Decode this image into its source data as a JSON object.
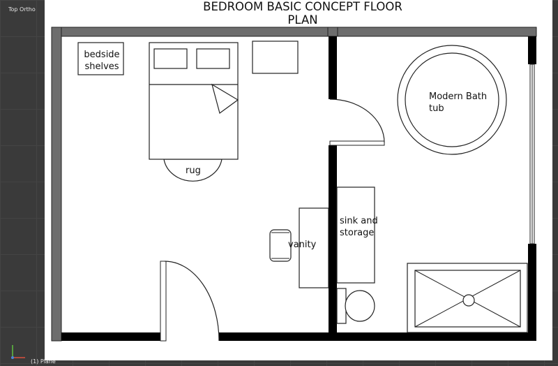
{
  "viewport": {
    "view_name": "Top Ortho",
    "object_name": "(1) Plane",
    "axis_icon": "xyz-axis-gizmo-icon"
  },
  "plan": {
    "title": "BEDROOM BASIC CONCEPT FLOOR PLAN",
    "labels": {
      "bedside": "bedside shelves",
      "rug": "rug",
      "vanity": "vanity",
      "sink": "sink and storage",
      "bathtub": "Modern Bath tub"
    }
  }
}
